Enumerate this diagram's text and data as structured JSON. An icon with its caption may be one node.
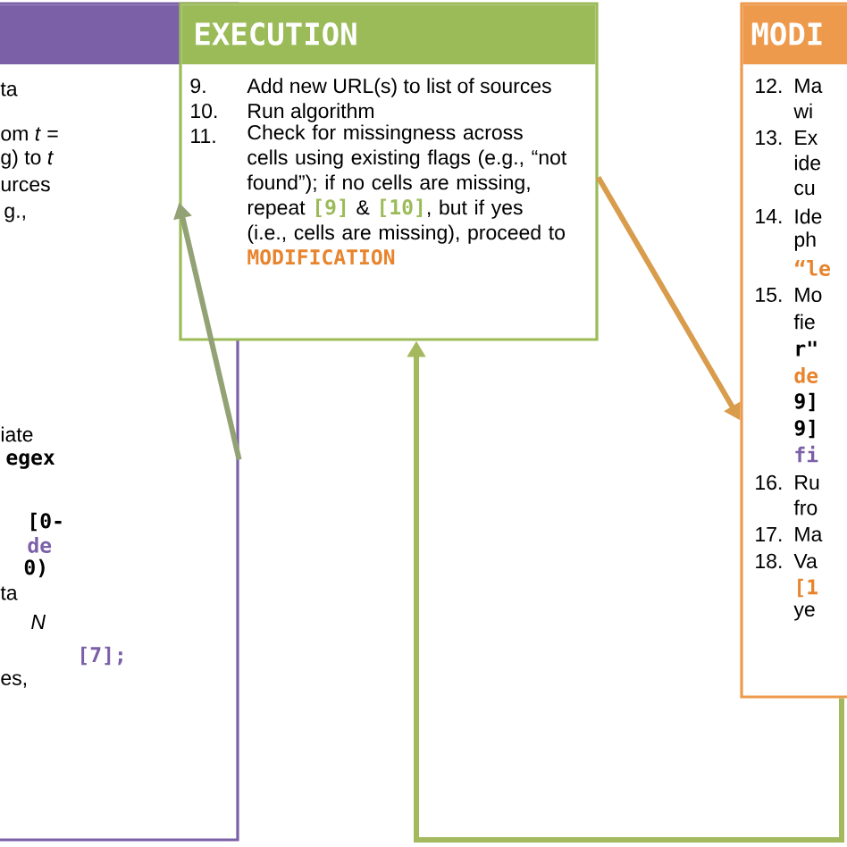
{
  "diagram": {
    "nodes": [
      {
        "text": [
          "ta",
          "om *t* =",
          "g) to *t*",
          "urces",
          "g.,",
          "iate",
          "egex",
          "[0-",
          "de",
          "0)",
          "ta",
          "*N*",
          "[7];",
          "es,"
        ]
      },
      {
        "text": [
          "EXECUTION",
          "9.",
          "Add new URL(s) to list of sources",
          "10.",
          "Run algorithm",
          "11.",
          "Check for missingness across cells using existing flags (e.g., “not found”); if no cells are missing, repeat",
          "[9]",
          "&",
          "[10]",
          ", but if yes (i.e., cells are missing), proceed to",
          "MODIFICATION"
        ]
      },
      {
        "text": [
          "MODI",
          "12.",
          "Ma",
          "wi",
          "13.",
          "Ex",
          "ide",
          "cu",
          "14.",
          "Ide",
          "ph",
          "“le",
          "15.",
          "Mo",
          "fie",
          "r\"",
          "de",
          "9]",
          "9]",
          "fi",
          "16.",
          "Ru",
          "fro",
          "17.",
          "Ma",
          "18.",
          "Va",
          "[1",
          "ye"
        ]
      }
    ],
    "edges": [
      {
        "from": 0,
        "to": 1,
        "arrow": "to",
        "color": "#93a275"
      },
      {
        "from": 1,
        "to": 2,
        "arrow": "to",
        "color": "#d89c4c"
      },
      {
        "from": 2,
        "to": 1,
        "arrow": "to",
        "color": "#a4b95e"
      }
    ]
  }
}
